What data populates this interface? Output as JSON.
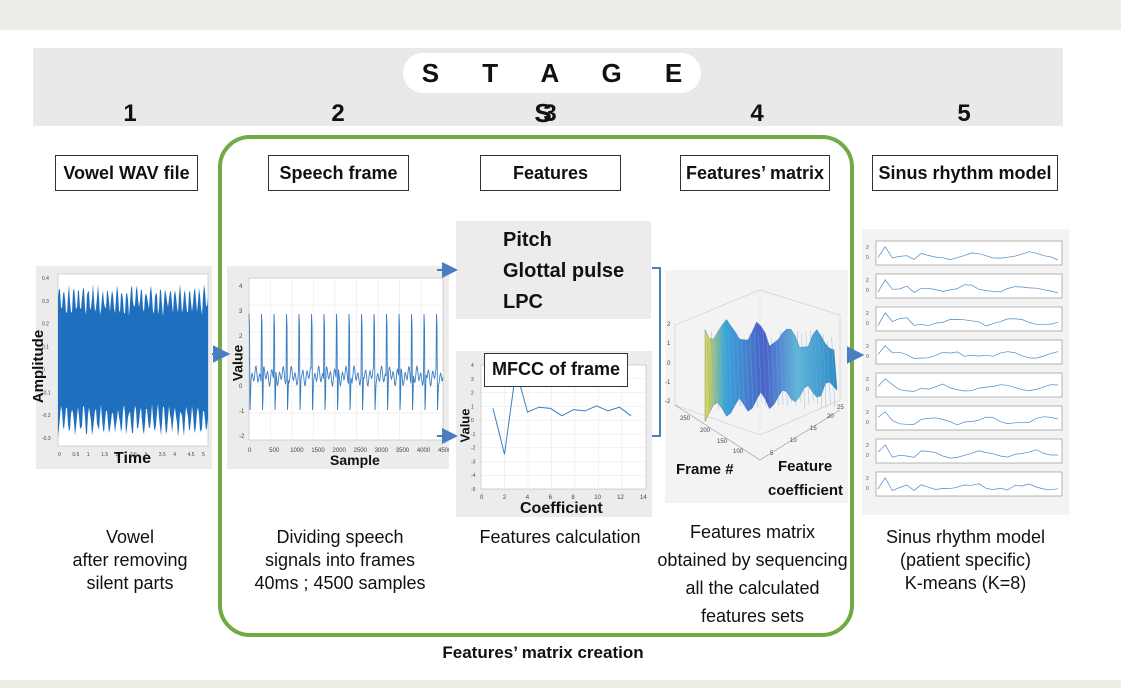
{
  "header": {
    "title": "S T A G E S",
    "stage_numbers": [
      "1",
      "2",
      "3",
      "4",
      "5"
    ]
  },
  "stages": {
    "s1": {
      "label": "Vowel WAV file",
      "caption": [
        "Vowel",
        "after removing",
        "silent parts"
      ],
      "ylabel": "Amplitude",
      "xlabel": "Time",
      "xticks": [
        "0",
        "0.5",
        "1",
        "1.5",
        "2",
        "2.5",
        "3",
        "3.5",
        "4",
        "4.5",
        "5"
      ],
      "yticks": [
        "0.4",
        "0.3",
        "0.2",
        "0.1",
        "0",
        "-0.1",
        "-0.2",
        "-0.3"
      ]
    },
    "s2": {
      "label": "Speech frame",
      "caption": [
        "Dividing speech",
        "signals into frames",
        "40ms ; 4500 samples"
      ],
      "ylabel": "Value",
      "xlabel": "Sample",
      "xticks": [
        "0",
        "500",
        "1000",
        "1500",
        "2000",
        "2500",
        "3000",
        "3500",
        "4000",
        "4500"
      ],
      "yticks": [
        "4",
        "3",
        "2",
        "1",
        "0",
        "-1",
        "-2"
      ]
    },
    "s3": {
      "label": "Features",
      "caption": [
        "Features calculation"
      ],
      "features": [
        "Pitch",
        "Glottal pulse",
        "LPC"
      ],
      "mfcc_title": "MFCC of frame",
      "ylabel": "Value",
      "xlabel": "Coefficient",
      "xticks": [
        "0",
        "2",
        "4",
        "6",
        "8",
        "10",
        "12",
        "14"
      ],
      "yticks": [
        "4",
        "3",
        "2",
        "1",
        "0",
        "-1",
        "-2",
        "-3",
        "-4",
        "-5"
      ]
    },
    "s4": {
      "label": "Features’ matrix",
      "caption": [
        "Features matrix",
        "obtained by sequencing",
        "all the calculated",
        "features sets"
      ],
      "frame_label": "Frame #",
      "coef_label_1": "Feature",
      "coef_label_2": "coefficient"
    },
    "s5": {
      "label": "Sinus rhythm model",
      "caption": [
        "Sinus rhythm model",
        "(patient specific)",
        "K-means (K=8)"
      ]
    }
  },
  "group_label": "Features’ matrix creation",
  "colors": {
    "green_frame": "#71ab45",
    "arrow": "#4a7ec0",
    "signal_blue": "#1f6fbf",
    "panel_bg": "#ececec"
  }
}
